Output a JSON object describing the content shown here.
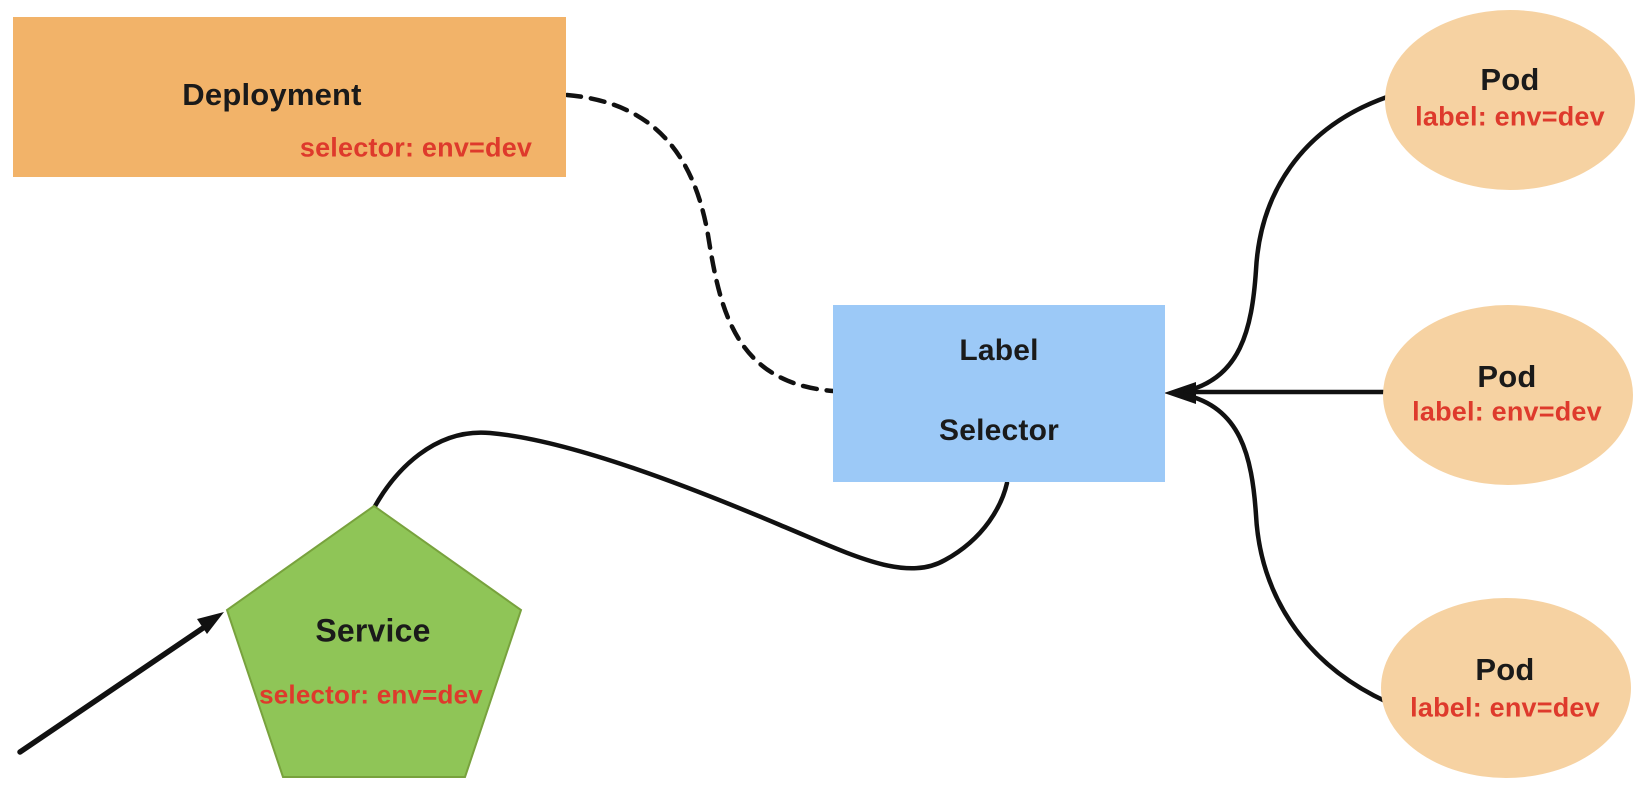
{
  "diagram": {
    "nodes": {
      "deployment": {
        "title": "Deployment",
        "selector_label": "selector: env=dev"
      },
      "service": {
        "title": "Service",
        "selector_label": "selector: env=dev"
      },
      "label_selector": {
        "line1": "Label",
        "line2": "Selector"
      },
      "pods": [
        {
          "title": "Pod",
          "label": "label: env=dev"
        },
        {
          "title": "Pod",
          "label": "label: env=dev"
        },
        {
          "title": "Pod",
          "label": "label: env=dev"
        }
      ]
    },
    "colors": {
      "deployment_fill": "#F2B369",
      "pod_fill": "#F6D2A2",
      "label_selector_fill": "#9CC9F7",
      "service_fill": "#8FC557",
      "service_border": "#78A23D",
      "accent_red": "#DE3A2C",
      "text_black": "#1A1A1A",
      "line_black": "#111111"
    }
  }
}
